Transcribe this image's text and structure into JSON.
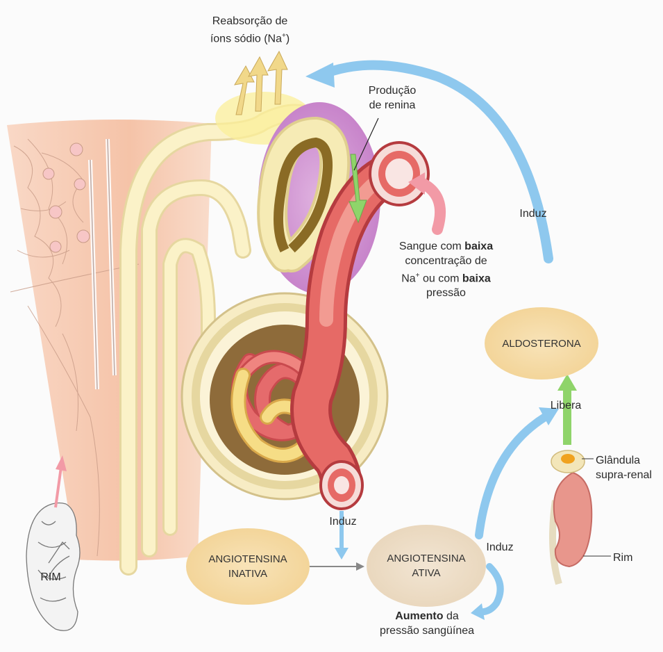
{
  "labels": {
    "reabsorcao_line1": "Reabsorção de",
    "reabsorcao_line2_pre": "íons sódio (Na",
    "reabsorcao_sup": "+",
    "reabsorcao_line2_post": ")",
    "producao_line1": "Produção",
    "producao_line2": "de renina",
    "induz_top": "Induz",
    "sangue_line1_pre": "Sangue com ",
    "sangue_line1_bold": "baixa",
    "sangue_line2": "concentração de",
    "sangue_line3_pre": "Na",
    "sangue_line3_sup": "+",
    "sangue_line3_mid": " ou com ",
    "sangue_line3_bold": "baixa",
    "sangue_line4": "pressão",
    "libera": "Libera",
    "glandula_line1": "Glândula",
    "glandula_line2": "supra-renal",
    "rim_right": "Rim",
    "induz_bottom_left": "Induz",
    "induz_bottom_right": "Induz",
    "aumento_bold": "Aumento",
    "aumento_rest": " da",
    "aumento_line2": "pressão sangüínea",
    "rim_left": "RIM"
  },
  "nodes": {
    "aldosterona": "ALDOSTERONA",
    "angio_inativa_line1": "ANGIOTENSINA",
    "angio_inativa_line2": "INATIVA",
    "angio_ativa_line1": "ANGIOTENSINA",
    "angio_ativa_line2": "ATIVA"
  },
  "colors": {
    "arrow_blue": "#8ec8ee",
    "arrow_green": "#8fd46a",
    "arrow_pink": "#f29aa6",
    "node_fill": "#f5d9a3",
    "node_fill_active": "#eddcc4",
    "tubule": "#f4e6a6",
    "vessel": "#e0605f",
    "kidney_tissue": "#f6c9b0",
    "macula": "#cf98cf"
  },
  "icons": [
    "nephron-illustration",
    "kidney-outline-icon",
    "adrenal-kidney-icon"
  ]
}
